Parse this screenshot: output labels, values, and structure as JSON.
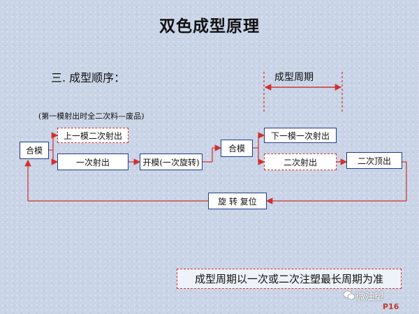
{
  "title": "双色成型原理",
  "section_heading": "三. 成型顺序：",
  "cycle_label": "成型周期",
  "note_top": "(第一模射出时全二次料—废品)",
  "boxes": {
    "close1": "合模",
    "prev_second_shot": "上一模二次射出",
    "first_shot": "一次射出",
    "open_rotate": "开模(一次旋转)",
    "close2": "合模",
    "next_first_shot": "下一模一次射出",
    "second_shot": "二次射出",
    "second_eject": "二次顶出",
    "rotate_reset": "旋 转 复位"
  },
  "bottom_note": "成型周期以一次或二次注塑最长周期为准",
  "watermark": "微注塑",
  "page_number": "P16",
  "colors": {
    "box_border": "#1f3a8a",
    "arrow": "#d03030",
    "background": "#c9d4e6"
  }
}
